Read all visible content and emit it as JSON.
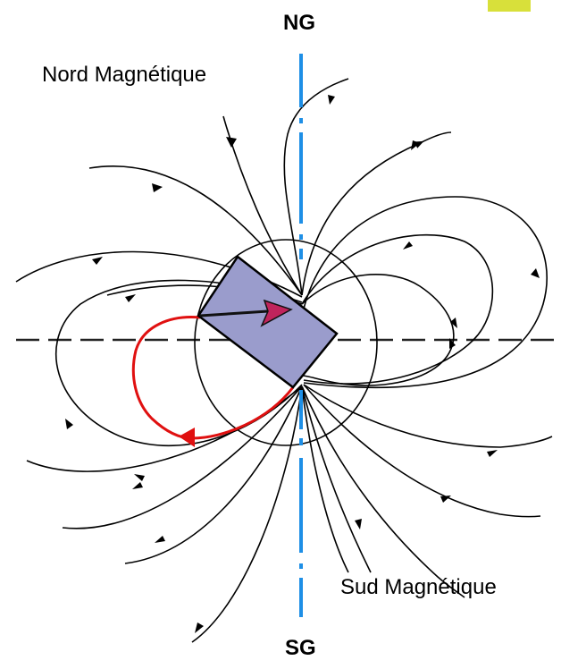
{
  "labels": {
    "geographic_north": "NG",
    "geographic_south": "SG",
    "magnetic_north": "Nord Magnétique",
    "magnetic_south": "Sud Magnétique"
  },
  "colors": {
    "field_lines": "#000000",
    "geographic_axis": "#1e8fe6",
    "equator_line": "#222222",
    "magnet_fill": "#9a9ccc",
    "magnetic_moment_arrow": "#c0245c",
    "red_loop": "#e01010",
    "corner_tag": "#d8e03a"
  },
  "icons": {
    "magnet": "bar-magnet-rectangle",
    "moment_arrow": "arrow-right-icon"
  }
}
